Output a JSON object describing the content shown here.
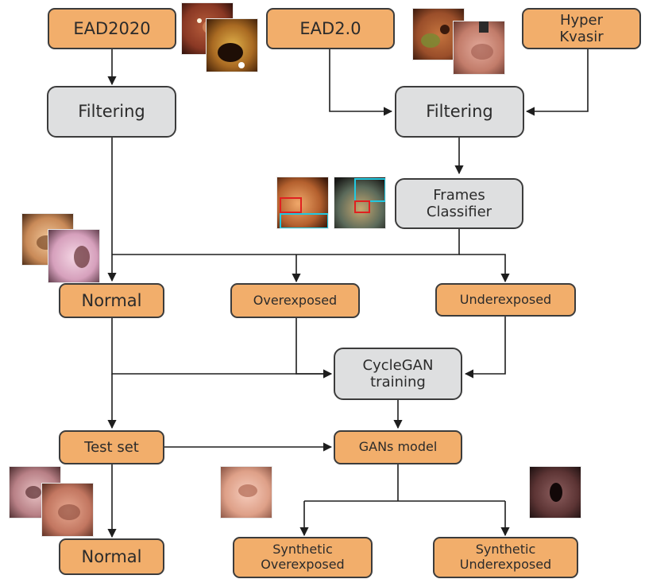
{
  "nodes": {
    "ead2020": "EAD2020",
    "ead20": "EAD2.0",
    "hyper_kvasir": "Hyper\nKvasir",
    "filtering_left": "Filtering",
    "filtering_right": "Filtering",
    "frames_classifier": "Frames\nClassifier",
    "normal_top": "Normal",
    "overexposed": "Overexposed",
    "underexposed": "Underexposed",
    "cyclegan_training": "CycleGAN\ntraining",
    "test_set": "Test set",
    "gans_model": "GANs model",
    "normal_bottom": "Normal",
    "synthetic_overexposed": "Synthetic\nOverexposed",
    "synthetic_underexposed": "Synthetic\nUnderexposed"
  },
  "colors": {
    "data_box": "#f2ae6b",
    "process_box": "#dedfe0",
    "stroke": "#3c3c3c",
    "detection_red": "#e02020",
    "detection_cyan": "#22c8e0"
  },
  "thumbnails": [
    "endoscopy-ead2020-a",
    "endoscopy-ead2020-b",
    "endoscopy-ead20-a",
    "endoscopy-ead20-b",
    "endoscopy-classifier-a",
    "endoscopy-classifier-b",
    "endoscopy-normal-a",
    "endoscopy-normal-b",
    "endoscopy-test-a",
    "endoscopy-test-b",
    "endoscopy-synthetic-over",
    "endoscopy-synthetic-under"
  ]
}
